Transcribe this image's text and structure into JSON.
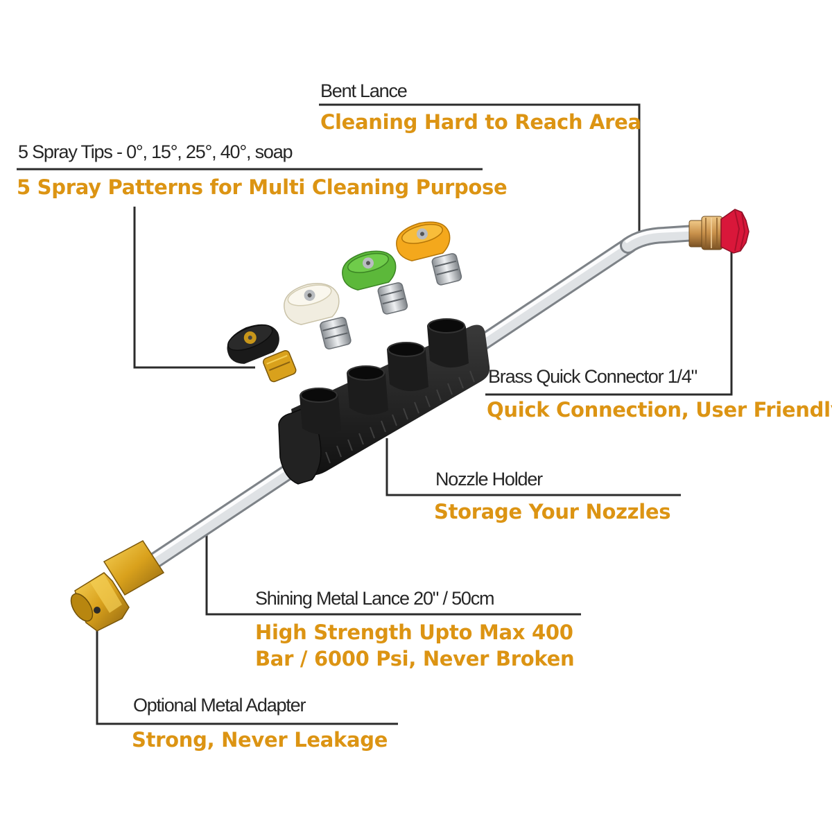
{
  "callouts": {
    "bent_lance": {
      "title": "Bent Lance",
      "subtitle": "Cleaning Hard to Reach Area"
    },
    "spray_tips": {
      "title": "5 Spray Tips - 0°, 15°, 25°, 40°, soap",
      "subtitle": "5 Spray Patterns for Multi Cleaning Purpose"
    },
    "brass_connector": {
      "title": "Brass Quick Connector 1/4\"",
      "subtitle": "Quick Connection, User Friendly"
    },
    "nozzle_holder": {
      "title": "Nozzle Holder",
      "subtitle": "Storage Your Nozzles"
    },
    "metal_lance": {
      "title": "Shining Metal Lance 20\" / 50cm",
      "subtitle_line1": "High Strength  Upto Max 400",
      "subtitle_line2": "Bar /  6000 Psi, Never Broken"
    },
    "metal_adapter": {
      "title": "Optional Metal Adapter",
      "subtitle": "Strong, Never Leakage"
    }
  },
  "colors": {
    "callout_text": "#dc9413",
    "title_text": "#262626",
    "leader_line": "#2b2b2b",
    "nozzle_black": "#1a1a1a",
    "nozzle_white": "#f1ede0",
    "nozzle_green": "#5cb83a",
    "nozzle_yellow": "#f4a81c",
    "nozzle_red": "#d9173a",
    "brass": "#d9a11c",
    "steel": "#c7cbcf"
  }
}
